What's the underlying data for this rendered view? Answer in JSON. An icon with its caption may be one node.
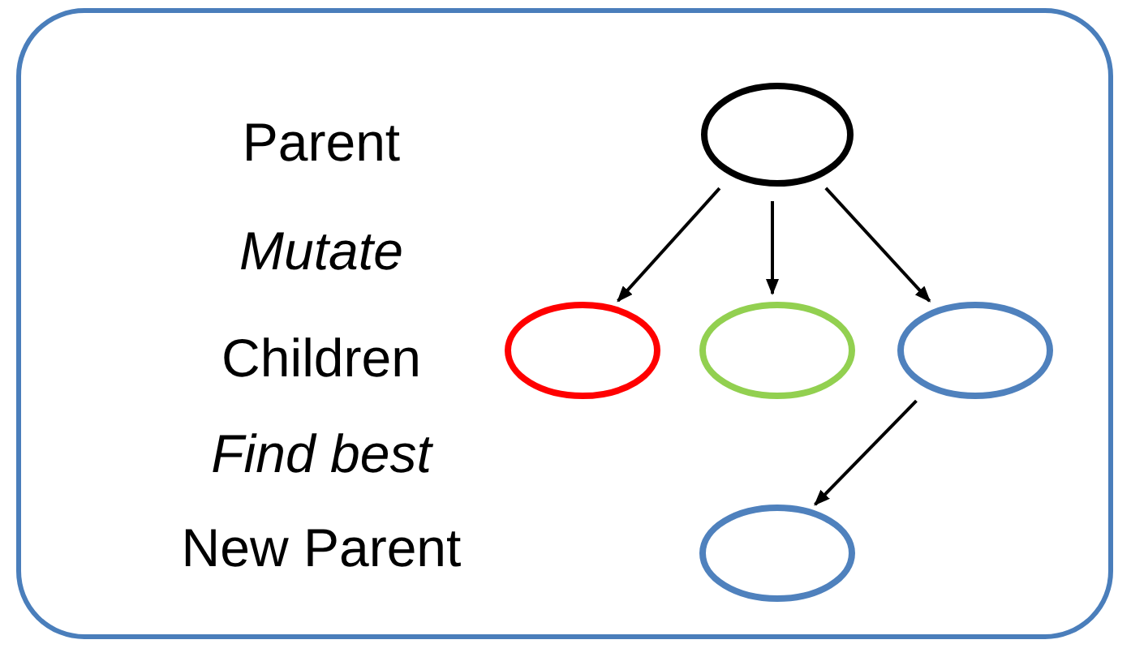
{
  "diagram": {
    "nodes": [
      {
        "text": [],
        "shape": "box"
      },
      {
        "text": [],
        "shape": "circle",
        "in": 0
      },
      {
        "text": [],
        "shape": "circle",
        "in": 0
      },
      {
        "text": [],
        "shape": "circle",
        "in": 0
      },
      {
        "text": [],
        "shape": "circle",
        "in": 0
      },
      {
        "text": [],
        "shape": "circle",
        "in": 0
      }
    ],
    "edges": [
      {
        "from": 1,
        "to": 2,
        "arrow": "to"
      },
      {
        "from": 1,
        "to": 3,
        "arrow": "to"
      },
      {
        "from": 1,
        "to": 4,
        "arrow": "to"
      },
      {
        "from": 4,
        "to": 5,
        "arrow": "to"
      }
    ],
    "labels": [
      "Parent",
      "Mutate",
      "Children",
      "Find best",
      "New Parent"
    ]
  }
}
